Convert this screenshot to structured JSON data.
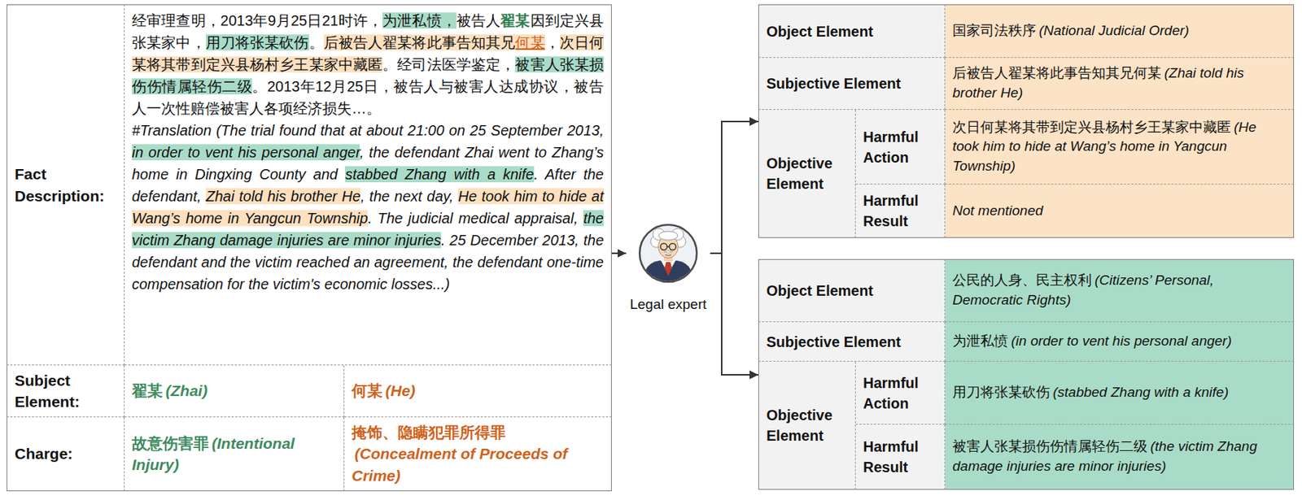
{
  "diagram": {
    "nodes": [
      {
        "text": [
          "Fact Description:"
        ]
      },
      {
        "text": [
          "经审理查明，2013年9月25日21时许，",
          "为泄私愤，",
          "被告人",
          "翟某",
          "因到定兴县张某家中，",
          "用刀将张某砍伤",
          "。",
          "后被告人翟某将此事告知其兄",
          "何某",
          "，",
          "次日何某将其带到定兴县杨村乡王某家中藏匿",
          "。经司法医学鉴定，",
          "被害人张某损伤伤情属轻伤二级",
          "。2013年12月25日，被告人与被害人达成协议，被告人一次性赔偿被害人各项经济损失…。",
          "#Translation (The trial found that at about 21:00 on 25 September 2013, ",
          "in order to vent his personal anger",
          ", the defendant Zhai went to Zhang’s home in Dingxing County and ",
          "stabbed Zhang with a knife",
          ". After the defendant, ",
          "Zhai told his brother He",
          ", the next day, ",
          "He took him to hide at Wang’s home in Yangcun Township",
          ". The judicial medical appraisal, ",
          "the victim Zhang damage injuries are minor injuries",
          ". 25 December 2013, the defendant and the victim reached an agreement, the defendant one-time compensation for the victim's economic losses...)"
        ]
      },
      {
        "text": [
          "Subject Element:"
        ]
      },
      {
        "text": [
          "翟某",
          "(Zhai)"
        ]
      },
      {
        "text": [
          "何某",
          "(He)"
        ]
      },
      {
        "text": [
          "Charge:"
        ]
      },
      {
        "text": [
          "故意伤害罪",
          "(Intentional Injury)"
        ]
      },
      {
        "text": [
          "掩饰、隐瞒犯罪所得罪",
          "(Concealment of Proceeds of Crime)"
        ]
      },
      {
        "text": [
          "Legal expert"
        ]
      },
      {
        "text": [
          "Object Element"
        ]
      },
      {
        "text": [
          "国家司法秩序",
          "(National Judicial Order)"
        ]
      },
      {
        "text": [
          "Subjective Element"
        ]
      },
      {
        "text": [
          "后被告人翟某将此事告知其兄何某",
          "(Zhai told his brother He)"
        ]
      },
      {
        "text": [
          "Objective Element"
        ]
      },
      {
        "text": [
          "Harmful Action"
        ]
      },
      {
        "text": [
          "次日何某将其带到定兴县杨村乡王某家中藏匿",
          "(He took him to hide at Wang’s home in Yangcun Township)"
        ]
      },
      {
        "text": [
          "Harmful Result"
        ]
      },
      {
        "text": [
          "Not mentioned"
        ]
      },
      {
        "text": [
          "Object Element"
        ]
      },
      {
        "text": [
          "公民的人身、民主权利",
          "(Citizens’ Personal, Democratic Rights)"
        ]
      },
      {
        "text": [
          "Subjective Element"
        ]
      },
      {
        "text": [
          "为泄私愤",
          "(in order to vent his personal anger)"
        ]
      },
      {
        "text": [
          "Objective Element"
        ]
      },
      {
        "text": [
          "Harmful Action"
        ]
      },
      {
        "text": [
          "用刀将张某砍伤",
          "(stabbed Zhang with a knife)"
        ]
      },
      {
        "text": [
          "Harmful Result"
        ]
      },
      {
        "text": [
          "被害人张某损伤伤情属轻伤二级",
          "(the victim Zhang damage injuries are minor injuries)"
        ]
      }
    ],
    "edges": [
      {
        "from": 1,
        "to": 8,
        "arrow": "to"
      },
      {
        "from": 8,
        "to": 13,
        "arrow": "to"
      },
      {
        "from": 8,
        "to": 22,
        "arrow": "to"
      }
    ]
  }
}
